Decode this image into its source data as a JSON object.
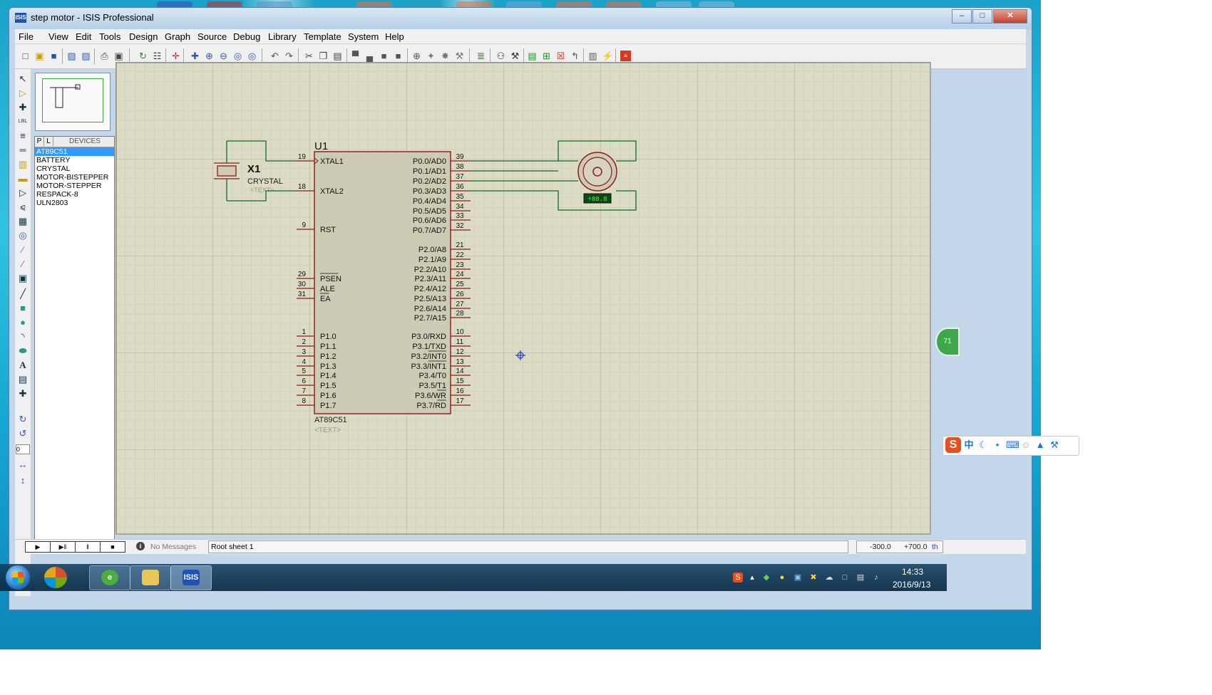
{
  "window": {
    "title": "step motor - ISIS Professional",
    "app_icon": "ISIS"
  },
  "menu": [
    "File",
    "View",
    "Edit",
    "Tools",
    "Design",
    "Graph",
    "Source",
    "Debug",
    "Library",
    "Template",
    "System",
    "Help"
  ],
  "device_panel": {
    "tab_p": "P",
    "tab_l": "L",
    "title": "DEVICES",
    "items": [
      "AT89C51",
      "BATTERY",
      "CRYSTAL",
      "MOTOR-BISTEPPER",
      "MOTOR-STEPPER",
      "RESPACK-8",
      "ULN2803"
    ],
    "selected": "AT89C51"
  },
  "rotation_value": "0",
  "schematic": {
    "u1_ref": "U1",
    "u1_part": "AT89C51",
    "u1_text": "<TEXT>",
    "x1_ref": "X1",
    "x1_part": "CRYSTAL",
    "x1_text": "<TEXT>",
    "motor_display": "+88.8",
    "left_pins": [
      {
        "num": "19",
        "name": "XTAL1"
      },
      {
        "num": "18",
        "name": "XTAL2"
      },
      {
        "num": "9",
        "name": "RST"
      },
      {
        "num": "29",
        "name": "PSEN"
      },
      {
        "num": "30",
        "name": "ALE"
      },
      {
        "num": "31",
        "name": "EA"
      },
      {
        "num": "1",
        "name": "P1.0"
      },
      {
        "num": "2",
        "name": "P1.1"
      },
      {
        "num": "3",
        "name": "P1.2"
      },
      {
        "num": "4",
        "name": "P1.3"
      },
      {
        "num": "5",
        "name": "P1.4"
      },
      {
        "num": "6",
        "name": "P1.5"
      },
      {
        "num": "7",
        "name": "P1.6"
      },
      {
        "num": "8",
        "name": "P1.7"
      }
    ],
    "right_pins": [
      {
        "num": "39",
        "name": "P0.0/AD0"
      },
      {
        "num": "38",
        "name": "P0.1/AD1"
      },
      {
        "num": "37",
        "name": "P0.2/AD2"
      },
      {
        "num": "36",
        "name": "P0.3/AD3"
      },
      {
        "num": "35",
        "name": "P0.4/AD4"
      },
      {
        "num": "34",
        "name": "P0.5/AD5"
      },
      {
        "num": "33",
        "name": "P0.6/AD6"
      },
      {
        "num": "32",
        "name": "P0.7/AD7"
      },
      {
        "num": "21",
        "name": "P2.0/A8"
      },
      {
        "num": "22",
        "name": "P2.1/A9"
      },
      {
        "num": "23",
        "name": "P2.2/A10"
      },
      {
        "num": "24",
        "name": "P2.3/A11"
      },
      {
        "num": "25",
        "name": "P2.4/A12"
      },
      {
        "num": "26",
        "name": "P2.5/A13"
      },
      {
        "num": "27",
        "name": "P2.6/A14"
      },
      {
        "num": "28",
        "name": "P2.7/A15"
      },
      {
        "num": "10",
        "name": "P3.0/RXD"
      },
      {
        "num": "11",
        "name": "P3.1/TXD"
      },
      {
        "num": "12",
        "name": "P3.2/INT0"
      },
      {
        "num": "13",
        "name": "P3.3/INT1"
      },
      {
        "num": "14",
        "name": "P3.4/T0"
      },
      {
        "num": "15",
        "name": "P3.5/T1"
      },
      {
        "num": "16",
        "name": "P3.6/WR"
      },
      {
        "num": "17",
        "name": "P3.7/RD"
      }
    ]
  },
  "status": {
    "messages": "No Messages",
    "sheet": "Root sheet 1",
    "x": "-300.0",
    "y": "+700.0",
    "unit": "th"
  },
  "ime_tooltip": "中",
  "side_badge": "71",
  "taskbar": {
    "time": "14:33",
    "date": "2016/9/13",
    "isis_label": "ISIS"
  },
  "colors": {
    "grid_bg": "#dcdbc3",
    "component_fill": "#cdcbb4",
    "component_outline": "#8b1a1a",
    "wire": "#0e6b27",
    "selected_item": "#3399ff"
  }
}
